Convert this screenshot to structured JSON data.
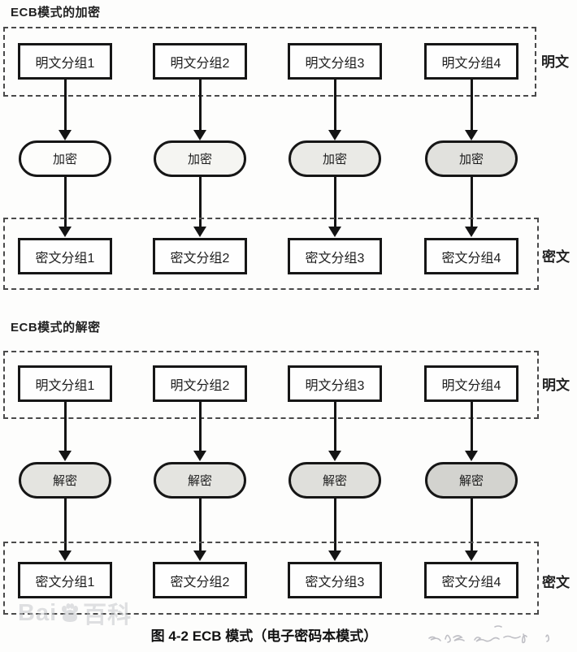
{
  "encryption": {
    "title": "ECB模式的加密",
    "side_plain_label": "明文",
    "side_cipher_label": "密文",
    "process_label": "加密",
    "plaintext_blocks": [
      "明文分组1",
      "明文分组2",
      "明文分组3",
      "明文分组4"
    ],
    "ciphertext_blocks": [
      "密文分组1",
      "密文分组2",
      "密文分组3",
      "密文分组4"
    ],
    "oval_fills": [
      "#fdfdfb",
      "#f5f5f2",
      "#eaeae6",
      "#e1e1dd"
    ]
  },
  "decryption": {
    "title": "ECB模式的解密",
    "side_plain_label": "明文",
    "side_cipher_label": "密文",
    "process_label": "解密",
    "plaintext_blocks": [
      "明文分组1",
      "明文分组2",
      "明文分组3",
      "明文分组4"
    ],
    "ciphertext_blocks": [
      "密文分组1",
      "密文分组2",
      "密文分组3",
      "密文分组4"
    ],
    "oval_fills": [
      "#e4e4e0",
      "#e4e4e0",
      "#dfdfdb",
      "#d3d3cf"
    ]
  },
  "figure": {
    "caption": "图 4-2   ECB 模式（电子密码本模式）"
  },
  "watermark": {
    "prefix": "Bai",
    "icon": "baidu-paw-icon",
    "suffix": "百科"
  },
  "colors": {
    "box_border": "#161616",
    "dashed_region": "#4a4a4a",
    "arrow": "#141414",
    "watermark_gray": "#c5c8cb",
    "paper": "#fdfdfc"
  }
}
